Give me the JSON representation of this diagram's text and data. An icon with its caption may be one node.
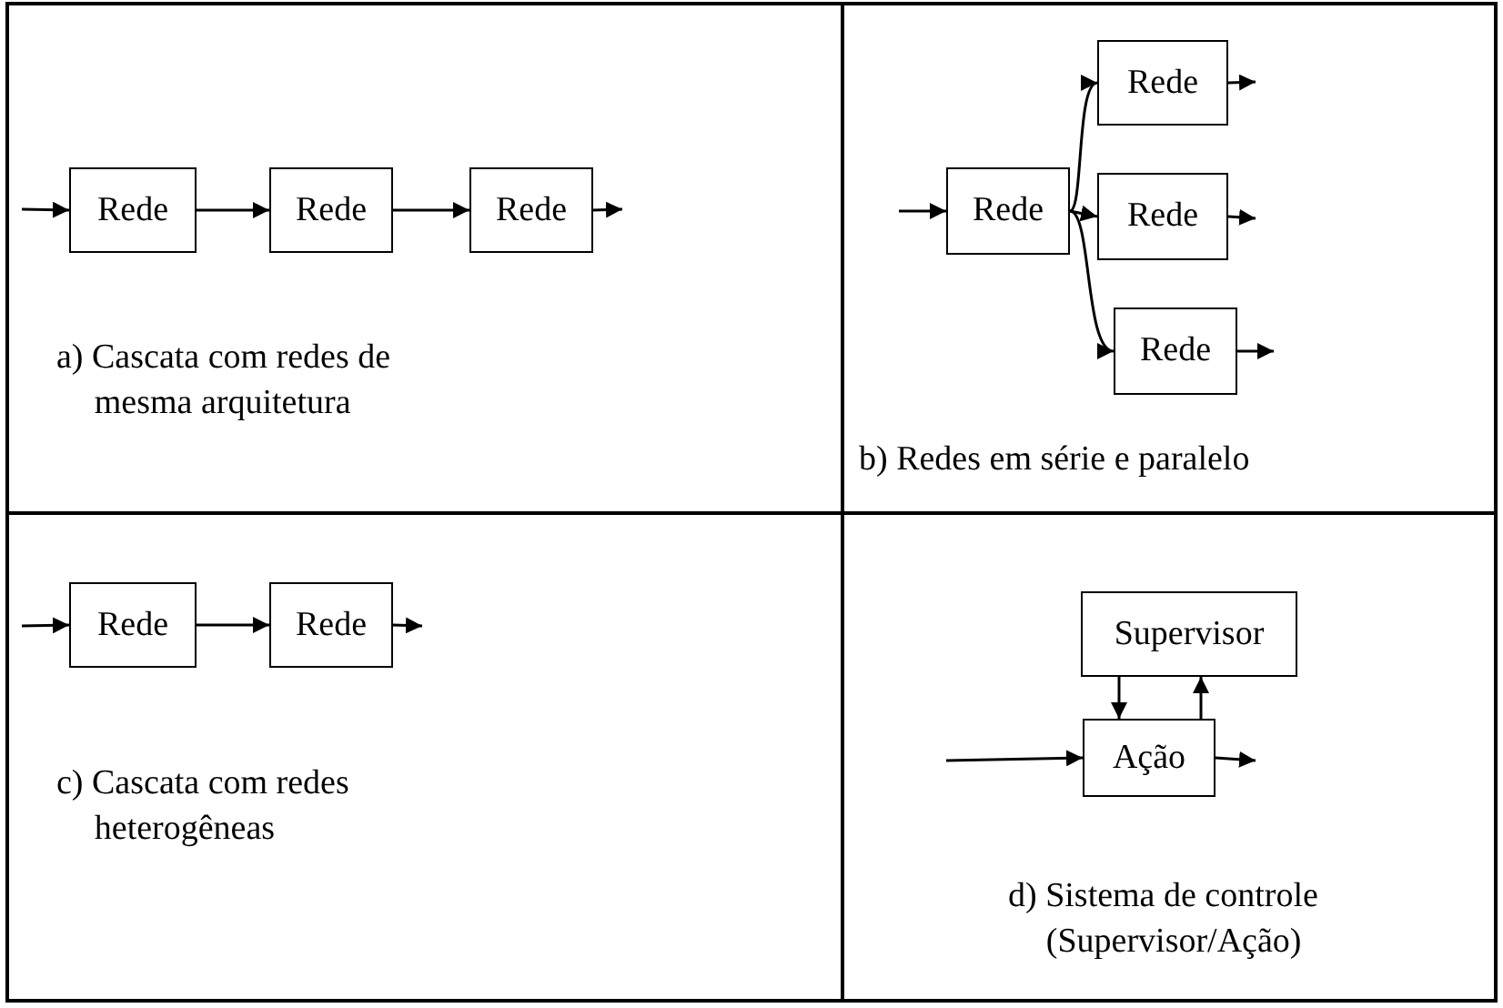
{
  "diagram": {
    "nodes": [
      {
        "text": [
          "a) Cascata com redes de mesma arquitetura"
        ]
      },
      {
        "text": [
          "Rede"
        ],
        "in": 0
      },
      {
        "text": [
          "Rede"
        ],
        "in": 0
      },
      {
        "text": [
          "Rede"
        ],
        "in": 0
      },
      {
        "text": [
          "b) Redes em série e paralelo"
        ]
      },
      {
        "text": [
          "Rede"
        ],
        "in": 4
      },
      {
        "text": [
          "Rede"
        ],
        "in": 4
      },
      {
        "text": [
          "Rede"
        ],
        "in": 4
      },
      {
        "text": [
          "Rede"
        ],
        "in": 4
      },
      {
        "text": [
          "c) Cascata com redes heterogêneas"
        ]
      },
      {
        "text": [
          "Rede"
        ],
        "in": 9
      },
      {
        "text": [
          "Rede"
        ],
        "in": 9
      },
      {
        "text": [
          "d) Sistema de controle (Supervisor/Ação)"
        ]
      },
      {
        "text": [
          "Supervisor"
        ],
        "in": 12
      },
      {
        "text": [
          "Ação"
        ],
        "in": 12
      }
    ],
    "edges": [
      {
        "from": null,
        "to": 1,
        "arrow": "to"
      },
      {
        "from": 1,
        "to": 2,
        "arrow": "to"
      },
      {
        "from": 2,
        "to": 3,
        "arrow": "to"
      },
      {
        "from": 3,
        "to": null,
        "arrow": "to"
      },
      {
        "from": null,
        "to": 5,
        "arrow": "to"
      },
      {
        "from": 5,
        "to": 6,
        "arrow": "to"
      },
      {
        "from": 5,
        "to": 7,
        "arrow": "to"
      },
      {
        "from": 5,
        "to": 8,
        "arrow": "to"
      },
      {
        "from": 6,
        "to": null,
        "arrow": "to"
      },
      {
        "from": 7,
        "to": null,
        "arrow": "to"
      },
      {
        "from": 8,
        "to": null,
        "arrow": "to"
      },
      {
        "from": null,
        "to": 10,
        "arrow": "to"
      },
      {
        "from": 10,
        "to": 11,
        "arrow": "to"
      },
      {
        "from": 11,
        "to": null,
        "arrow": "to"
      },
      {
        "from": 13,
        "to": 14,
        "arrow": "to"
      },
      {
        "from": 14,
        "to": 13,
        "arrow": "to"
      },
      {
        "from": null,
        "to": 14,
        "arrow": "to"
      },
      {
        "from": 14,
        "to": null,
        "arrow": "to"
      }
    ]
  }
}
